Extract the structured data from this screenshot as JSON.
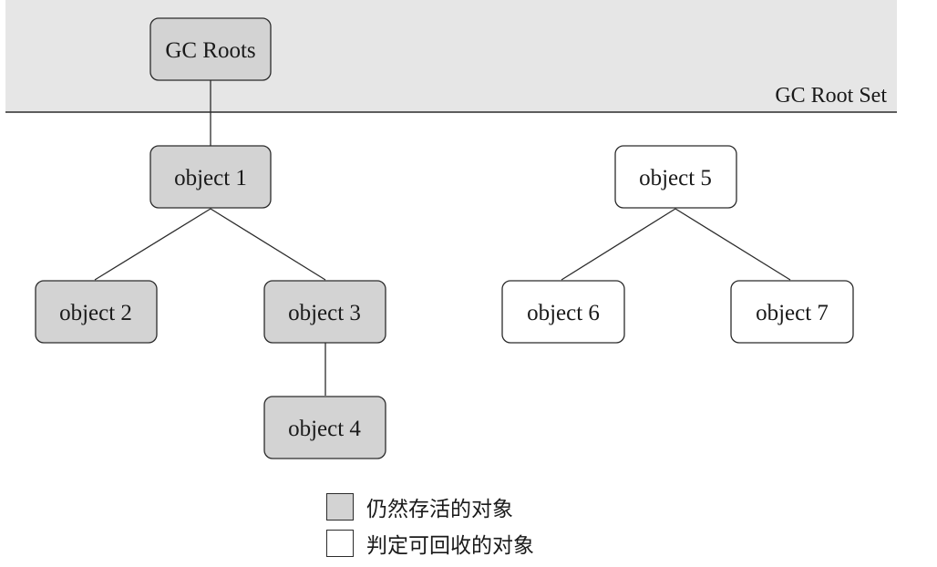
{
  "root_set_label": "GC Root Set",
  "colors": {
    "alive_fill": "#d3d3d3",
    "collectable_fill": "#ffffff",
    "root_band": "#e6e6e6",
    "line": "#2b2b2b"
  },
  "nodes": {
    "gc_roots": {
      "label": "GC Roots",
      "status": "alive"
    },
    "object1": {
      "label": "object 1",
      "status": "alive"
    },
    "object2": {
      "label": "object 2",
      "status": "alive"
    },
    "object3": {
      "label": "object 3",
      "status": "alive"
    },
    "object4": {
      "label": "object 4",
      "status": "alive"
    },
    "object5": {
      "label": "object 5",
      "status": "collectable"
    },
    "object6": {
      "label": "object 6",
      "status": "collectable"
    },
    "object7": {
      "label": "object 7",
      "status": "collectable"
    }
  },
  "edges": [
    {
      "from": "gc_roots",
      "to": "object1"
    },
    {
      "from": "object1",
      "to": "object2"
    },
    {
      "from": "object1",
      "to": "object3"
    },
    {
      "from": "object3",
      "to": "object4"
    },
    {
      "from": "object5",
      "to": "object6"
    },
    {
      "from": "object5",
      "to": "object7"
    }
  ],
  "legend": {
    "alive": "仍然存活的对象",
    "collectable": "判定可回收的对象"
  }
}
